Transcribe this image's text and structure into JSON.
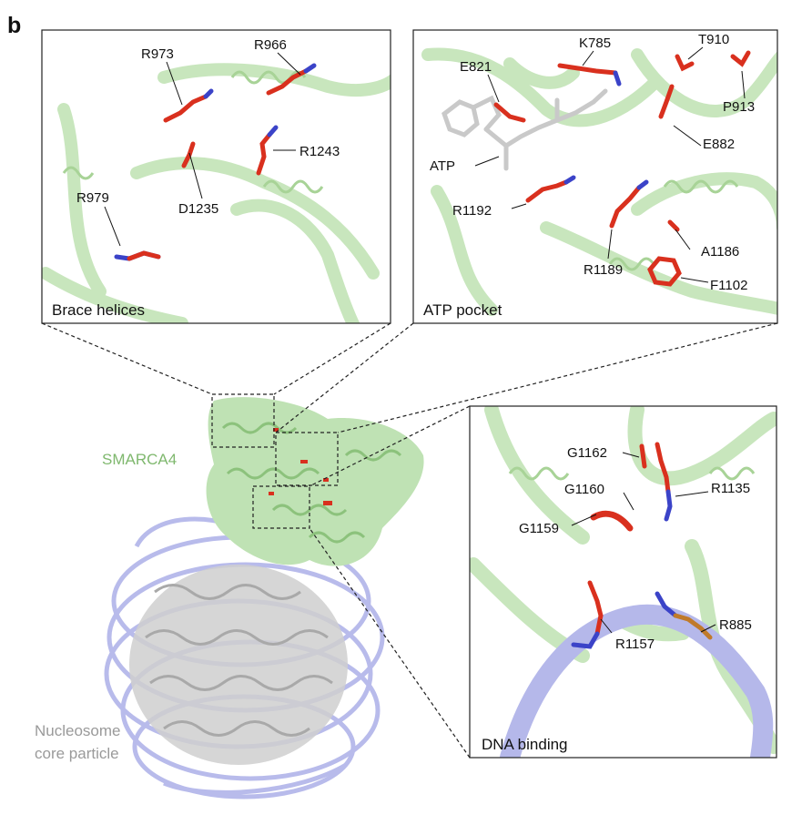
{
  "panel_letter": "b",
  "insets": {
    "brace": {
      "title": "Brace helices",
      "residues": [
        "R973",
        "R966",
        "R1243",
        "D1235",
        "R979"
      ]
    },
    "atp": {
      "title": "ATP pocket",
      "residues": [
        "E821",
        "K785",
        "T910",
        "P913",
        "E882",
        "ATP",
        "R1192",
        "A1186",
        "R1189",
        "F1102"
      ]
    },
    "dna": {
      "title": "DNA binding",
      "residues": [
        "G1162",
        "R1135",
        "G1160",
        "G1159",
        "R1157",
        "R885"
      ]
    }
  },
  "overview": {
    "protein_label": "SMARCA4",
    "nucleosome_label_line1": "Nucleosome",
    "nucleosome_label_line2": "core particle"
  },
  "colors": {
    "protein_green": "#bfe2b4",
    "protein_green_dark": "#8cc27c",
    "residue_red": "#d9301e",
    "nitrogen_blue": "#3b43c8",
    "dna_lavender": "#b5b8ea",
    "histone_grey": "#c4c4c4"
  }
}
